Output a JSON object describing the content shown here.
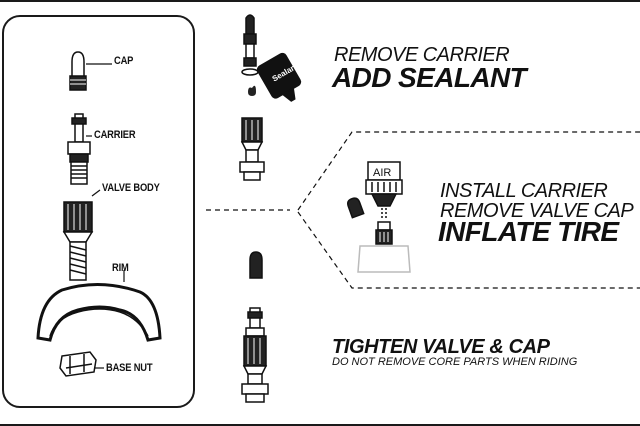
{
  "parts": {
    "cap": "CAP",
    "carrier": "CARRIER",
    "valve_body": "VALVE BODY",
    "rim": "RIM",
    "base_nut": "BASE NUT"
  },
  "steps": {
    "step1": {
      "line1": "REMOVE CARRIER",
      "line2": "ADD SEALANT"
    },
    "step2": {
      "line1": "INSTALL CARRIER",
      "line2": "REMOVE VALVE CAP",
      "line3": "INFLATE TIRE"
    },
    "step3": {
      "line1": "TIGHTEN VALVE & CAP",
      "line2": "DO NOT REMOVE CORE PARTS WHEN RIDING"
    }
  },
  "illustration_text": {
    "sealant_bottle": "Sealant",
    "pump_head": "AIR"
  }
}
